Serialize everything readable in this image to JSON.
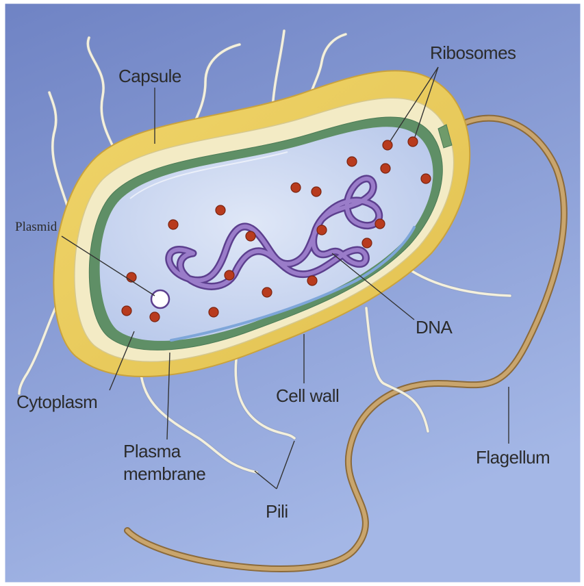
{
  "labels": {
    "capsule": "Capsule",
    "ribosomes": "Ribosomes",
    "plasmid": "Plasmid",
    "dna": "DNA",
    "cytoplasm": "Cytoplasm",
    "cell_wall": "Cell wall",
    "plasma_membrane_line1": "Plasma",
    "plasma_membrane_line2": "membrane",
    "pili": "Pili",
    "flagellum": "Flagellum"
  },
  "colors": {
    "background_top": "#6f83c4",
    "background_bottom": "#9fb3e4",
    "capsule": "#e7c85a",
    "cell_wall": "#f2eac2",
    "plasma_membrane": "#6f9b6a",
    "cytoplasm": "#c9d6ef",
    "dna": "#7c5aa8",
    "ribosome": "#b83b1e",
    "flagellum": "#b9935b"
  }
}
